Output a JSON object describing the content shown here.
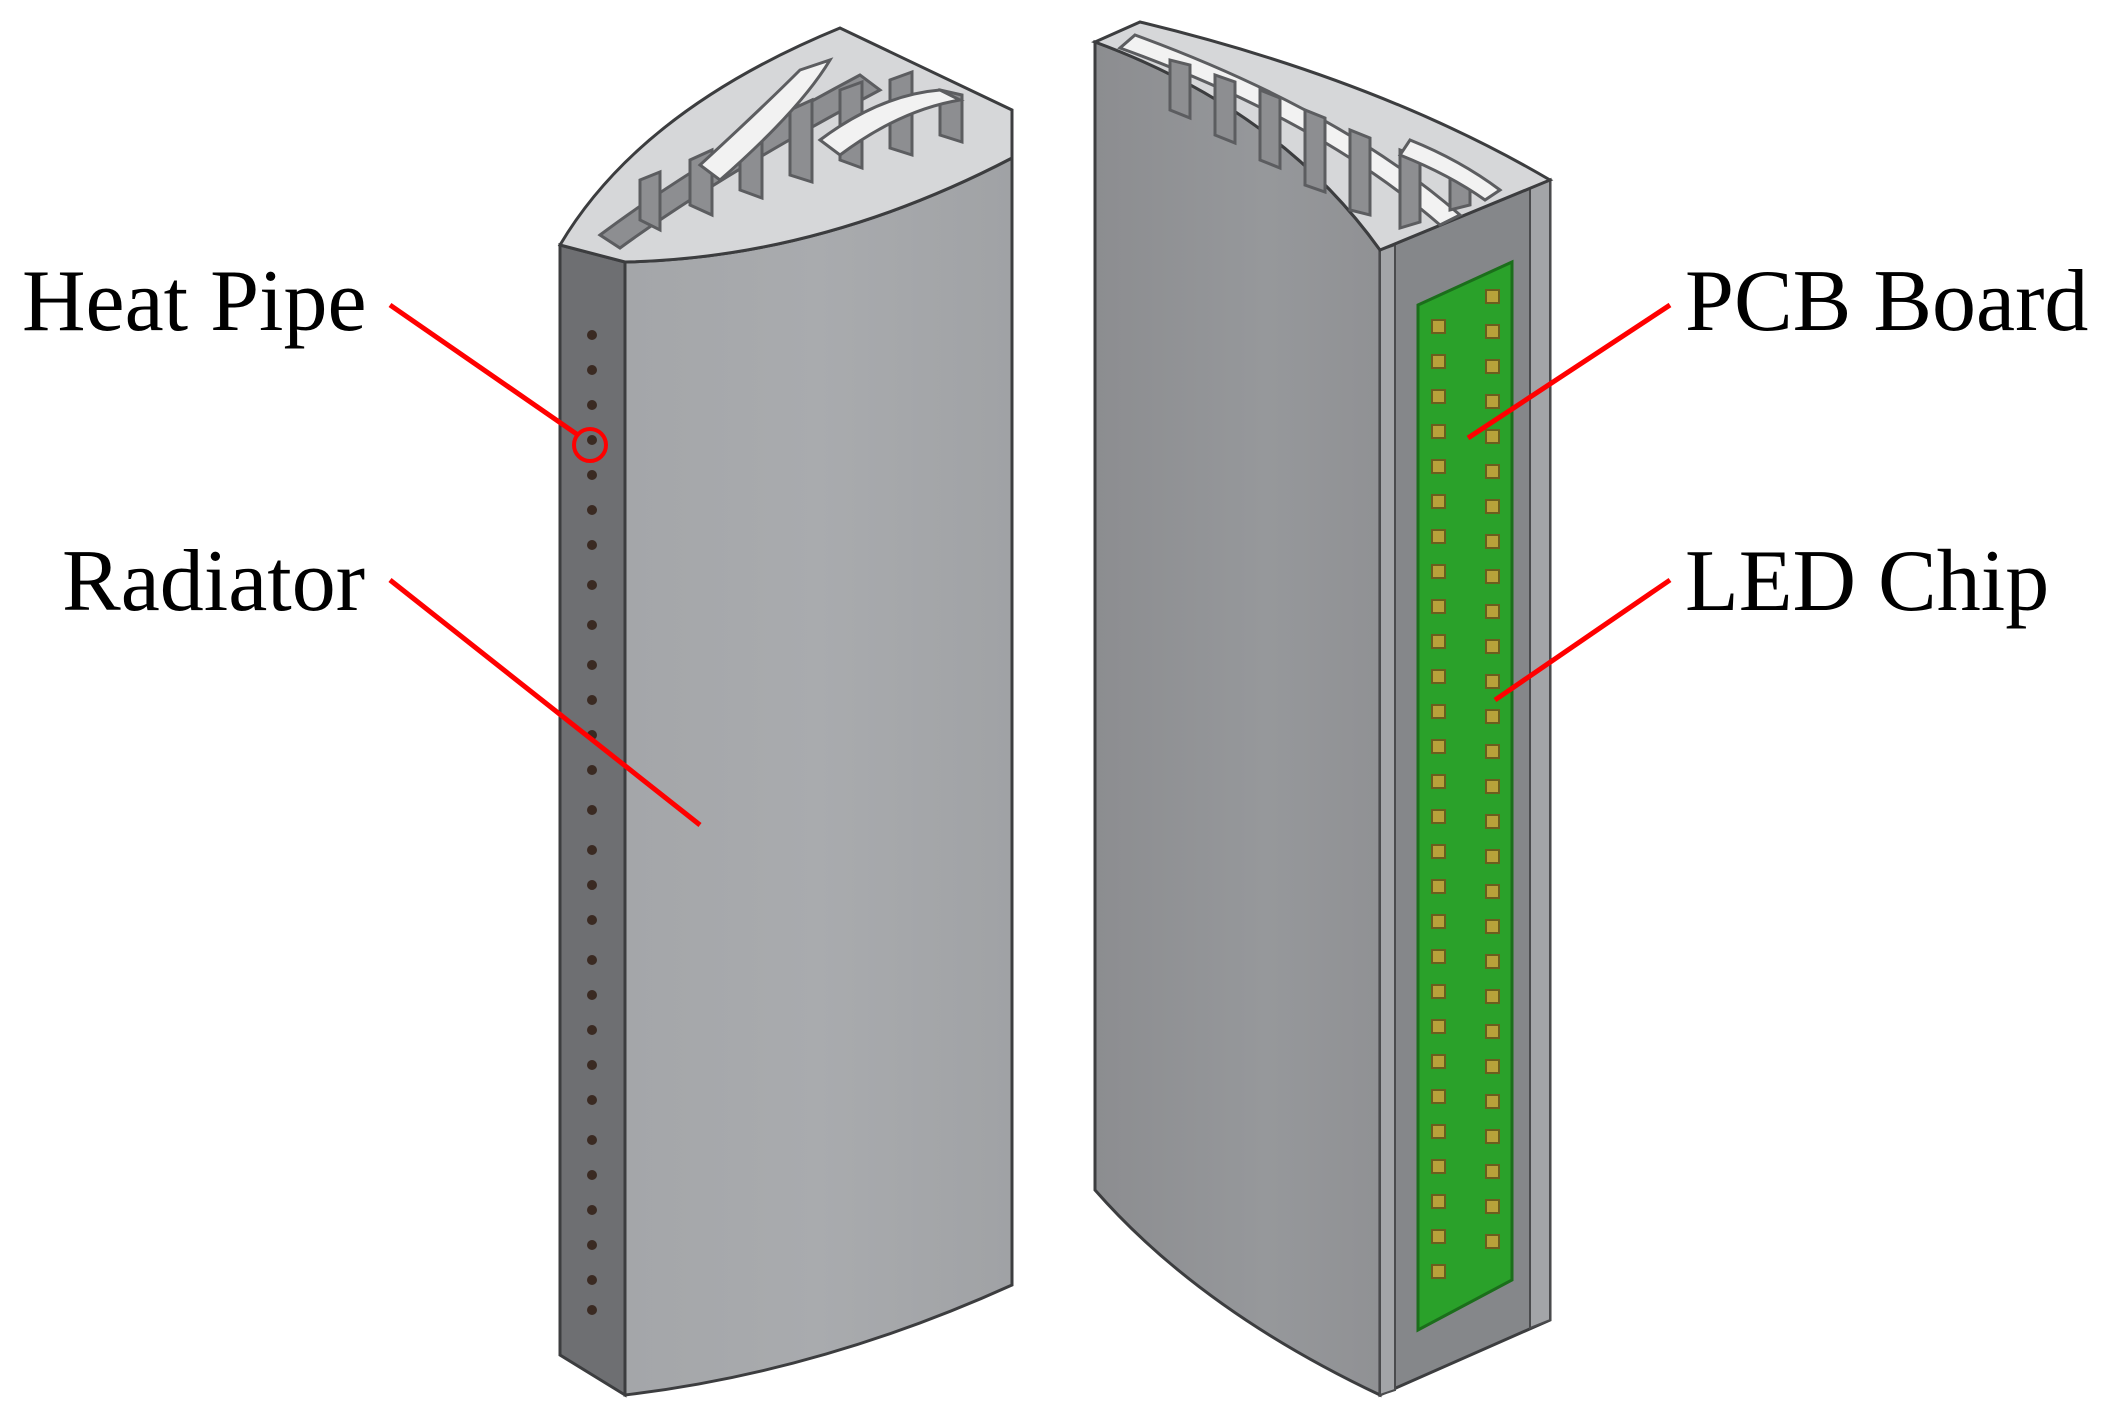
{
  "labels": {
    "heat_pipe": "Heat Pipe",
    "radiator": "Radiator",
    "pcb_board": "PCB Board",
    "led_chip": "LED Chip"
  },
  "colors": {
    "background": "#ffffff",
    "radiator_front": "#a6a8ab",
    "radiator_side": "#6e6f72",
    "radiator_top": "#d6d7d9",
    "fin": "#8d8e91",
    "pcb": "#2aa12a",
    "pcb_edge": "#1b6e1b",
    "led_chip": "#b8a23a",
    "heat_pipe_hole": "#3a2a22",
    "callout_line": "#ff0000"
  },
  "icons": {
    "heat_pipe_marker": "circle-outline"
  }
}
